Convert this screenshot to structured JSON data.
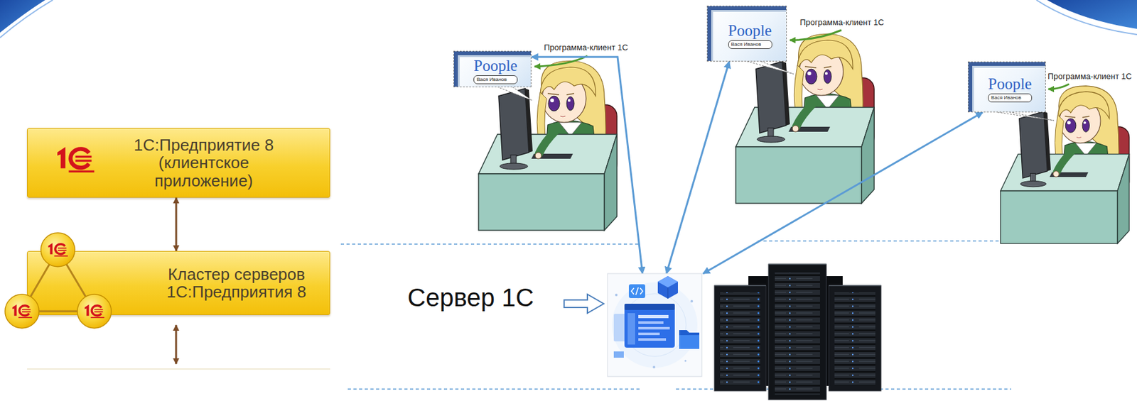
{
  "diagram": {
    "nodes": [
      {
        "text": [
          "1С:Предприятие 8 (клиентское приложение)"
        ]
      },
      {
        "text": [
          "Кластер серверов 1С:Предприятия 8"
        ]
      },
      {
        "text": [
          "Poople",
          "Вася Иванов"
        ]
      },
      {
        "text": [
          "Poople",
          "Вася Иванов"
        ]
      },
      {
        "text": [
          "Poople",
          "Вася Иванов"
        ]
      },
      {
        "text": [
          "Сервер 1С"
        ]
      }
    ],
    "edges": [
      {
        "from": 0,
        "to": 1,
        "arrow": "both"
      },
      {
        "from": 2,
        "to": 5,
        "arrow": "both"
      },
      {
        "from": 3,
        "to": 5,
        "arrow": "both"
      },
      {
        "from": 4,
        "to": 5,
        "arrow": "both"
      }
    ],
    "labels": [
      "Программа-клиент 1С",
      "Программа-клиент 1С",
      "Программа-клиент 1С"
    ]
  }
}
